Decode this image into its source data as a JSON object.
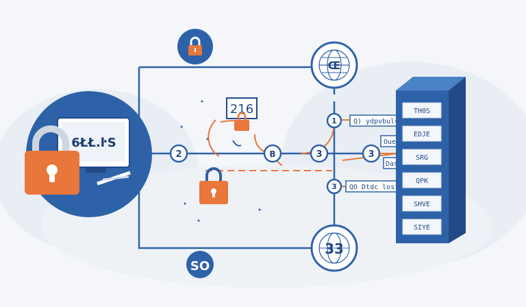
{
  "laptop": {
    "screen_text": "6ŁŁ.ŀS"
  },
  "tags": {
    "box_216": "216",
    "node_2": "2",
    "node_b": "B",
    "node_3_center": "3",
    "node_1_right": "1",
    "node_3_right": "3",
    "node_3_lower": "3",
    "bottom_circle": "SO",
    "globe_top": "Œ",
    "globe_bottom": "33"
  },
  "labels": {
    "label_1": "Q) ydpvbulcl",
    "label_2": "Ouedt",
    "label_3": "Dasb ag",
    "label_4": "QO Dtdc lost"
  },
  "server": {
    "slots": [
      "TH0S",
      "EDJE",
      "SRG",
      "QPK",
      "SHVE",
      "SIYE"
    ]
  },
  "colors": {
    "blue": "#2e62a8",
    "navy": "#214a87",
    "orange": "#e9763a",
    "pale": "#e6ecf4"
  }
}
